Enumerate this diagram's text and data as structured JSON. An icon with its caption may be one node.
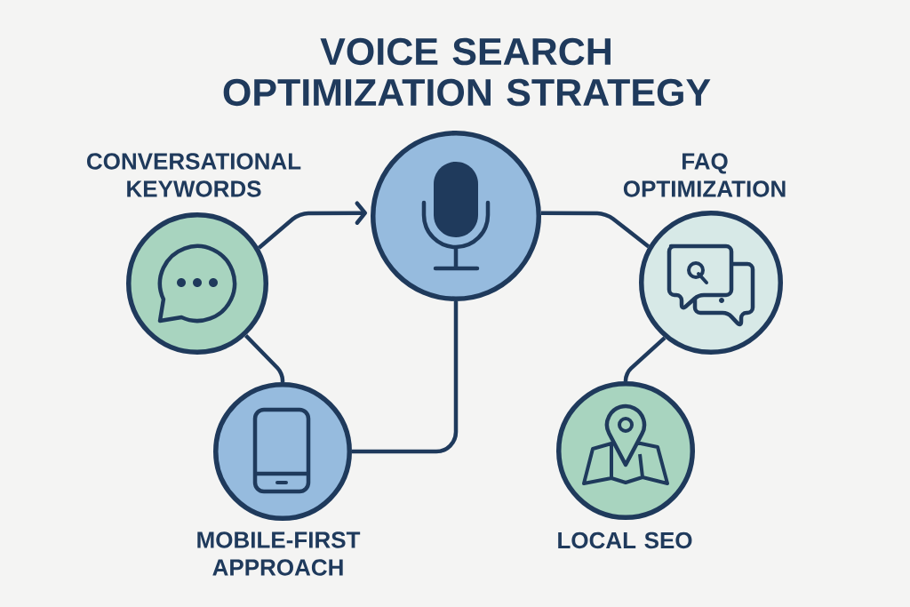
{
  "diagram": {
    "title": "VOICE SEARCH OPTIMIZATION STRATEGY",
    "nodes": [
      {
        "text": [
          "CONVERSATIONAL KEYWORDS"
        ]
      },
      {
        "text": [],
        "shape": "circle"
      },
      {
        "text": [
          "FAQ OPTIMIZATION"
        ]
      },
      {
        "text": [
          "MOBILE-FIRST APPROACH"
        ]
      },
      {
        "text": [
          "LOCAL SEO"
        ]
      }
    ],
    "edges": [
      {
        "from": 0,
        "to": 1,
        "arrow": "to"
      },
      {
        "from": 1,
        "to": 2,
        "arrow": "none"
      },
      {
        "from": 0,
        "to": 3,
        "arrow": "none"
      },
      {
        "from": 3,
        "to": 1,
        "arrow": "none"
      },
      {
        "from": 2,
        "to": 4,
        "arrow": "none"
      }
    ]
  }
}
